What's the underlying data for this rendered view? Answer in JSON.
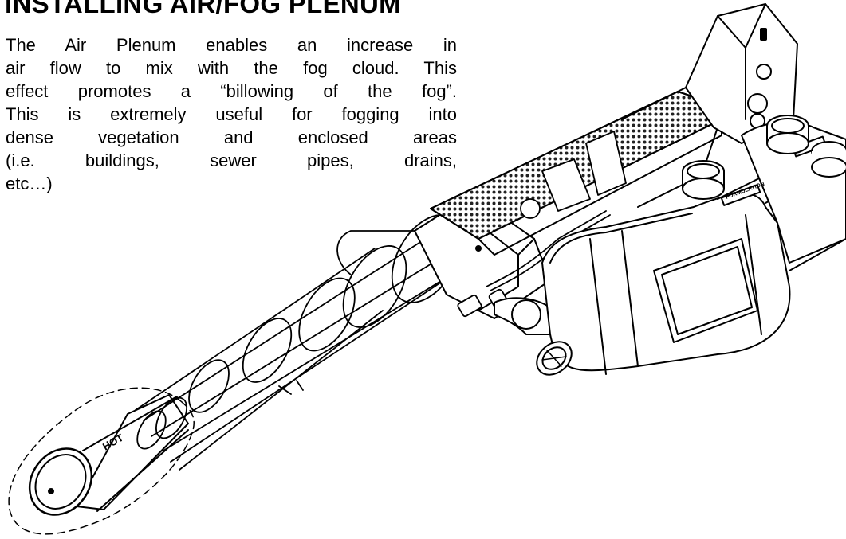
{
  "heading": "INSTALLING AIR/FOG PLENUM",
  "paragraph": {
    "lines": [
      "The Air Plenum enables an increase in",
      "air flow to mix with the fog cloud.  This",
      "effect promotes a “billowing of the fog”.",
      "This is extremely useful for fogging into",
      "dense vegetation and enclosed areas",
      "(i.e. buildings, sewer pipes, drains,",
      "etc…)"
    ]
  },
  "illustration": {
    "nozzle_label": "HOT",
    "tank_label": "FORMULATION"
  }
}
